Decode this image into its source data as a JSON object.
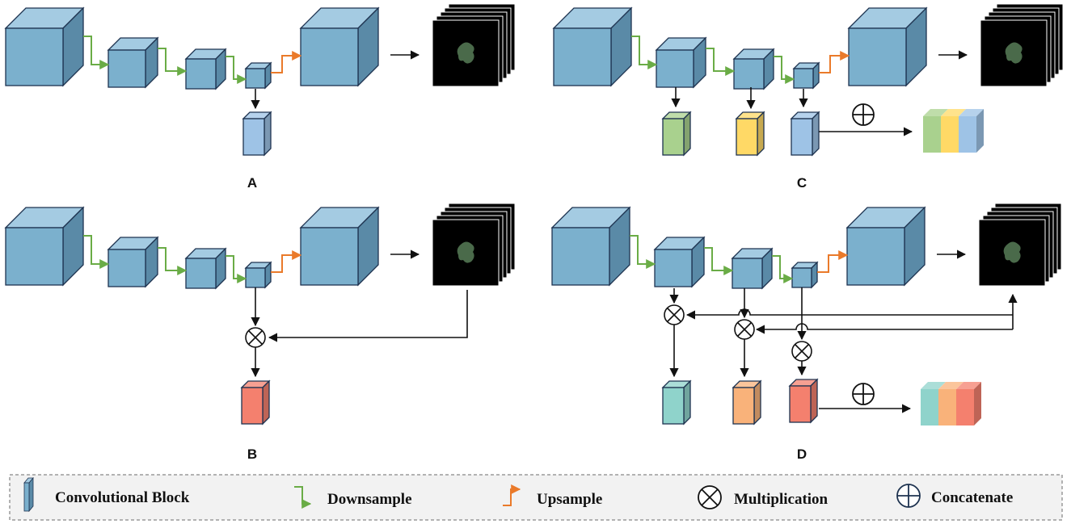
{
  "panels": [
    {
      "id": "A",
      "label": "A"
    },
    {
      "id": "B",
      "label": "B"
    },
    {
      "id": "C",
      "label": "C"
    },
    {
      "id": "D",
      "label": "D"
    }
  ],
  "legend": {
    "items": [
      {
        "key": "conv",
        "icon": "convolutional-block-icon",
        "label": "Convolutional Block"
      },
      {
        "key": "down",
        "icon": "downsample-arrow-icon",
        "label": "Downsample"
      },
      {
        "key": "up",
        "icon": "upsample-arrow-icon",
        "label": "Upsample"
      },
      {
        "key": "mult",
        "icon": "multiplication-icon",
        "label": "Multiplication"
      },
      {
        "key": "concat",
        "icon": "concatenate-icon",
        "label": "Concatenate"
      }
    ]
  },
  "colors": {
    "block_front": "#7bb0cd",
    "block_top": "#a4cbe2",
    "block_side": "#5a8aa7",
    "block_stroke": "#1e3350",
    "downsample": "#6aac46",
    "upsample": "#ea7a2a",
    "arrow": "#111111",
    "legend_border": "#9a9a9a",
    "legend_bg": "#f2f2f2",
    "feature_blue": "#9ec3e6",
    "feature_green": "#a9d18e",
    "feature_yellow": "#ffd966",
    "feature_red": "#f4806e",
    "feature_teal": "#8fd3cb",
    "feature_orange": "#f9b27a",
    "mask_bg": "#000000",
    "mask_blob": "#4a6a4a"
  }
}
